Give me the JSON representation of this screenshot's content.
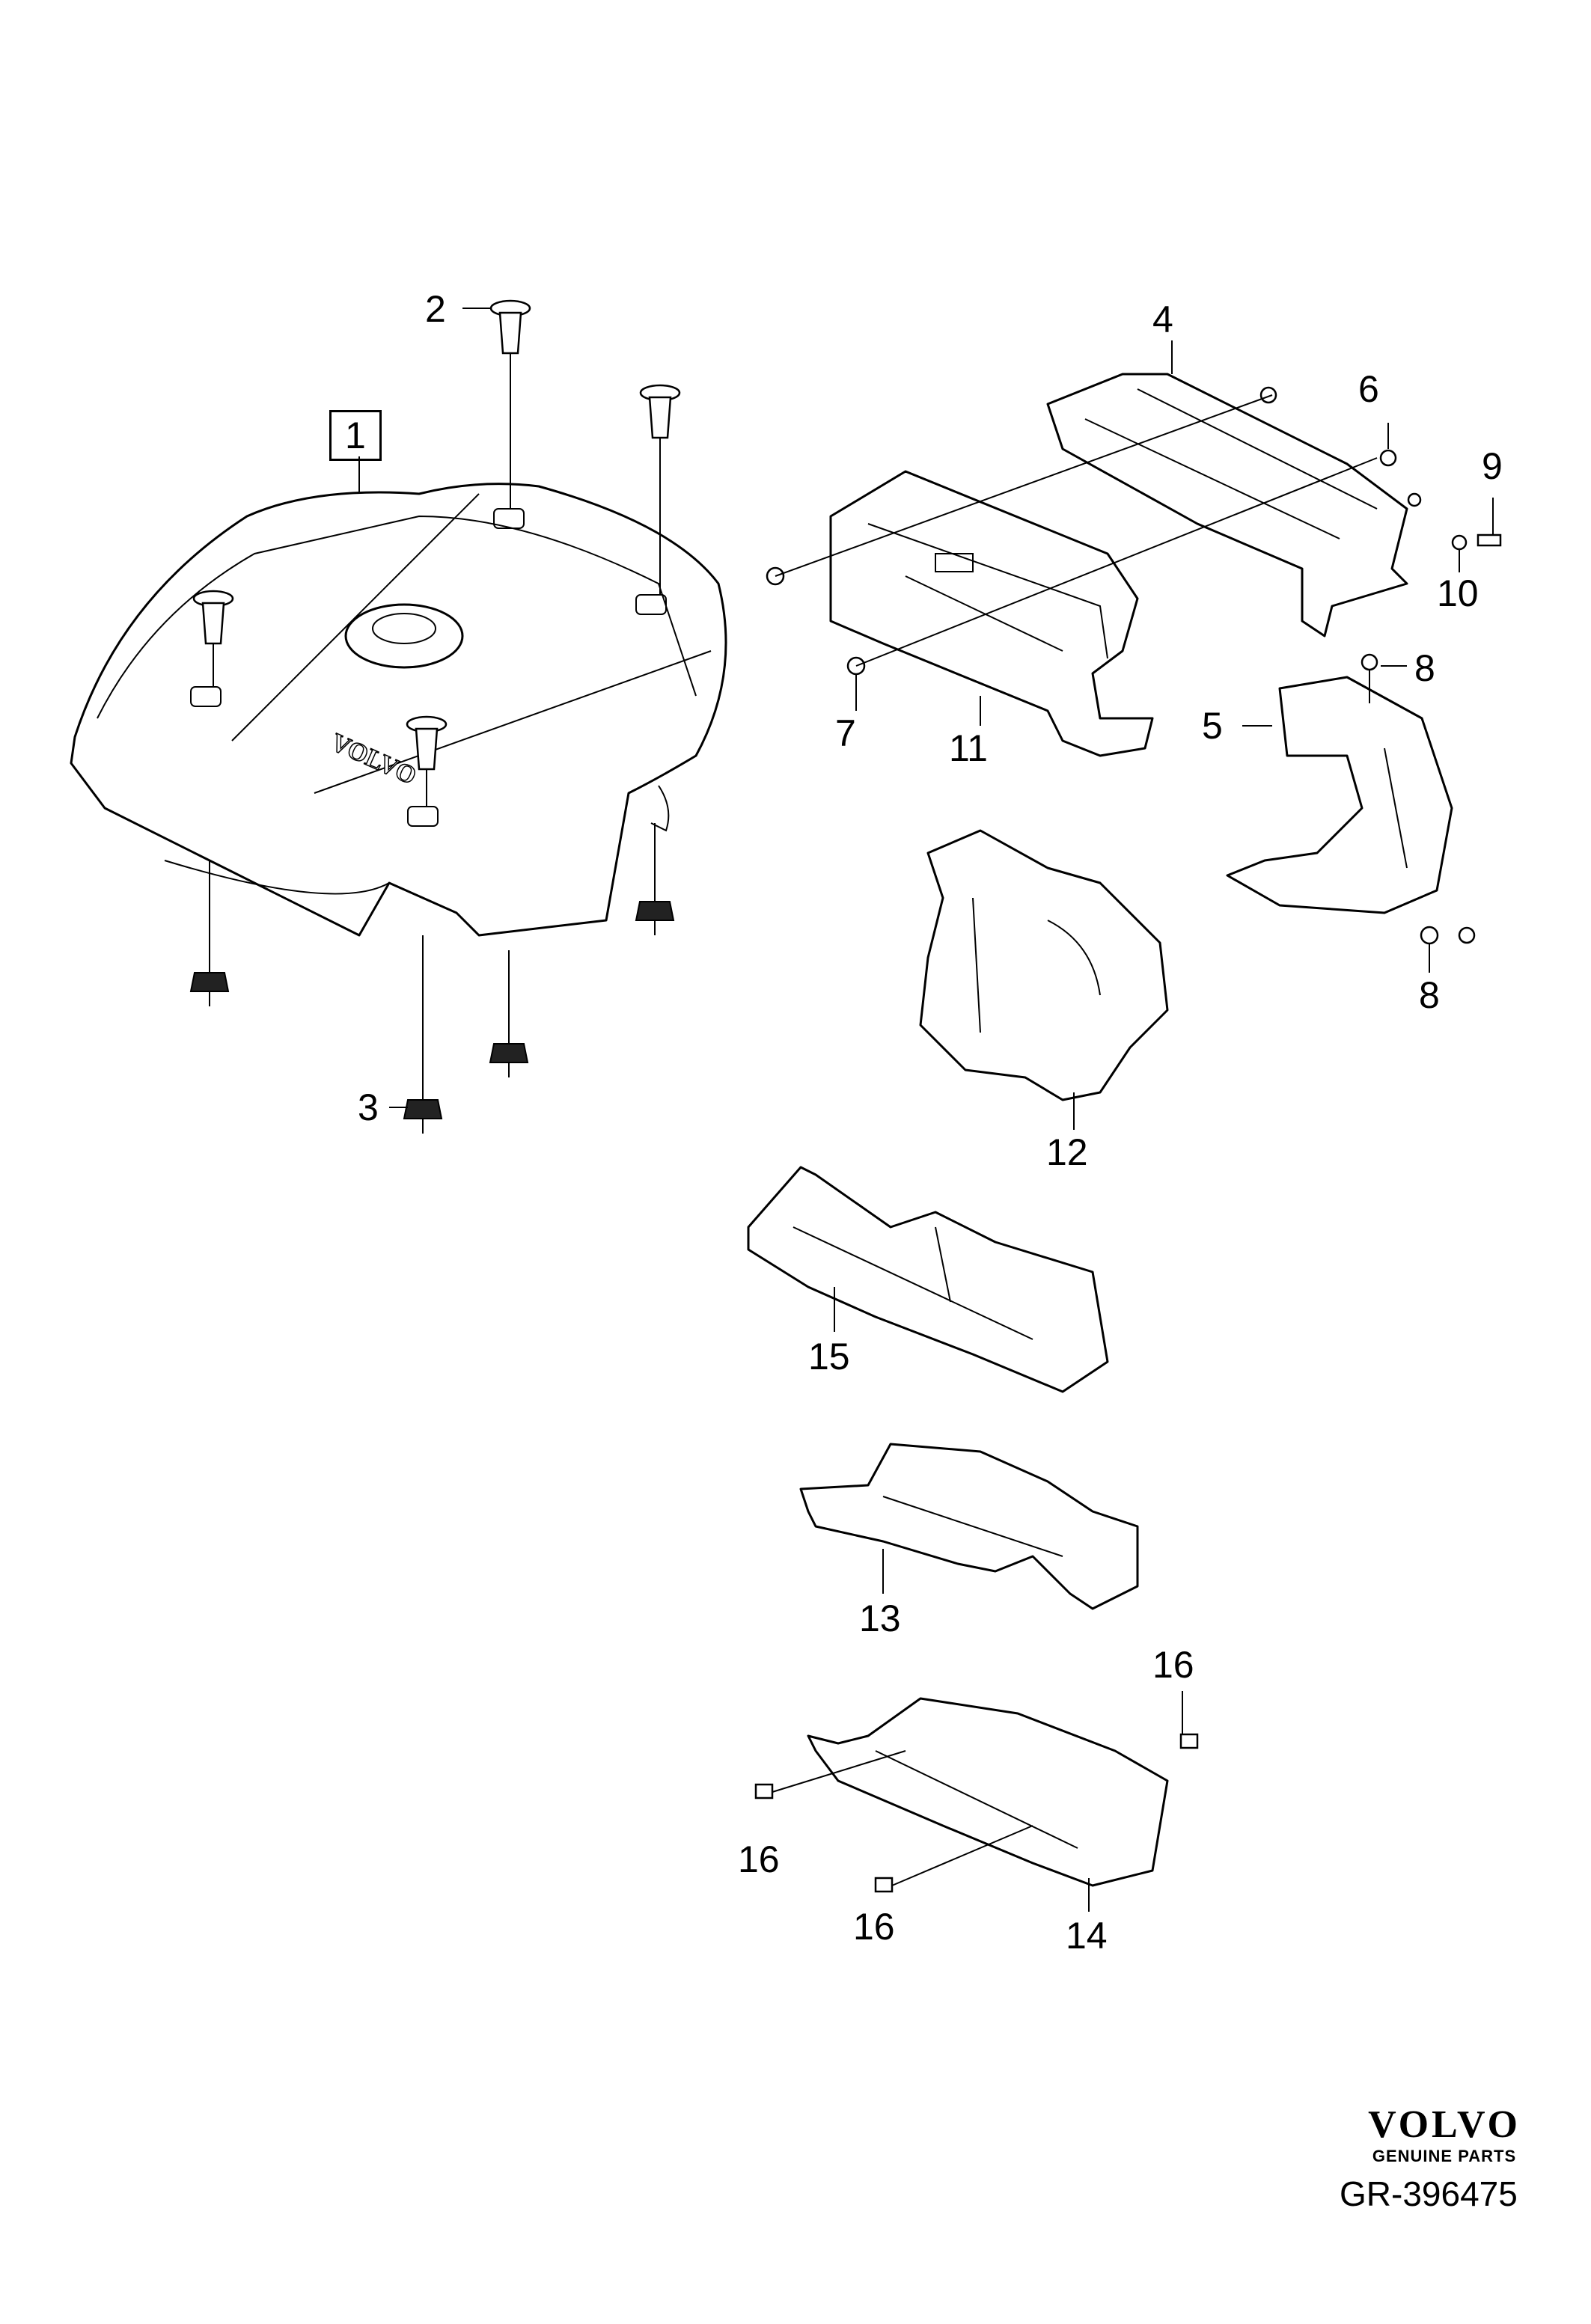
{
  "callouts": {
    "c1": "1",
    "c2": "2",
    "c3": "3",
    "c4": "4",
    "c5": "5",
    "c6": "6",
    "c7": "7",
    "c8a": "8",
    "c8b": "8",
    "c9": "9",
    "c10": "10",
    "c11": "11",
    "c12": "12",
    "c13": "13",
    "c14": "14",
    "c15": "15",
    "c16a": "16",
    "c16b": "16",
    "c16c": "16"
  },
  "cover_emblem": "VOLVO",
  "brand": {
    "logo": "VOLVO",
    "subtitle": "GENUINE PARTS"
  },
  "diagram_id": "GR-396475"
}
